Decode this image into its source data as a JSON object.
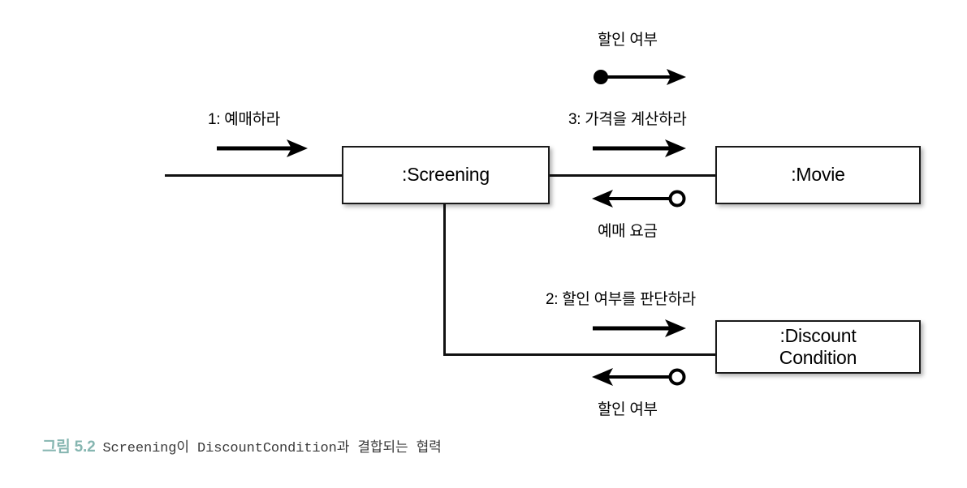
{
  "diagram": {
    "type": "uml-collaboration-diagram",
    "objects": [
      {
        "id": "screening",
        "label": ":Screening"
      },
      {
        "id": "movie",
        "label": ":Movie"
      },
      {
        "id": "discount",
        "label": ":Discount\nCondition"
      }
    ],
    "messages": [
      {
        "id": "m1",
        "label": "1: 예매하라",
        "arrow": "solid-right",
        "from": "actor",
        "to": "screening"
      },
      {
        "id": "m3",
        "label": "3: 가격을 계산하라",
        "arrow": "solid-right",
        "from": "screening",
        "to": "movie"
      },
      {
        "id": "m2",
        "label": "2: 할인 여부를 판단하라",
        "arrow": "solid-right",
        "from": "screening",
        "to": "discount"
      }
    ],
    "dataflows": [
      {
        "id": "d1",
        "label": "할인 여부",
        "arrow": "circle-left-arrow-right",
        "circle": "filled",
        "direction": "right"
      },
      {
        "id": "d2",
        "label": "예매 요금",
        "arrow": "arrow-left-circle-right",
        "circle": "hollow",
        "direction": "left"
      },
      {
        "id": "d3",
        "label": "할인 여부",
        "arrow": "arrow-left-circle-right",
        "circle": "hollow",
        "direction": "left"
      }
    ]
  },
  "caption": {
    "number": "그림 5.2",
    "text": "Screening이 DiscountCondition과 결합되는 협력"
  },
  "colors": {
    "caption_accent": "#86b6b1",
    "line": "#111111",
    "box_border": "#1a1a1a",
    "text": "#000000"
  }
}
